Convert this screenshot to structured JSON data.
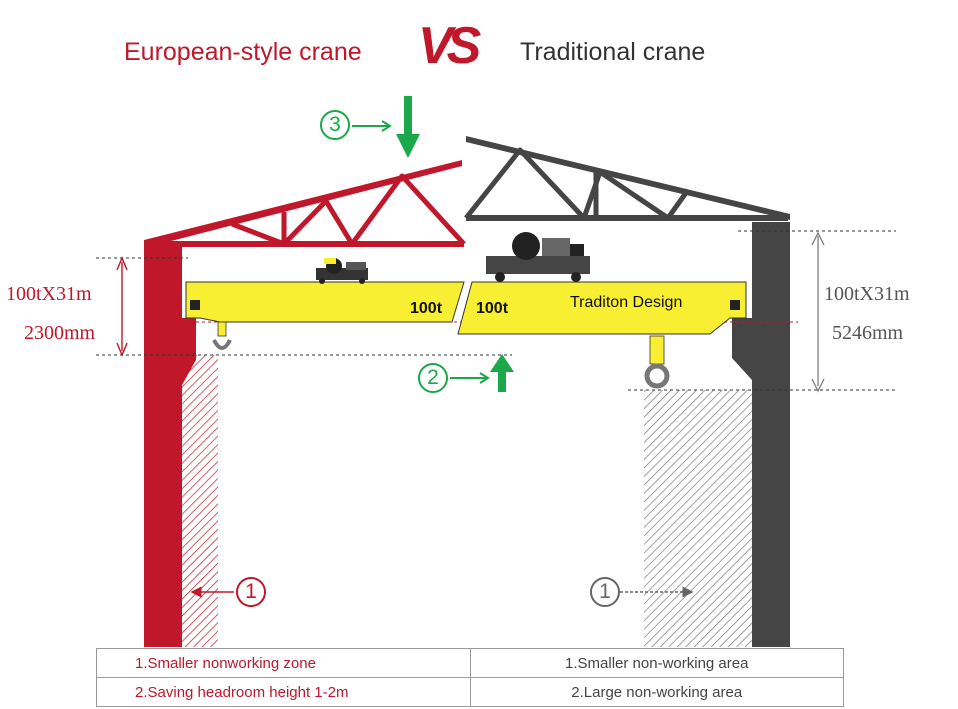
{
  "title": {
    "left": "European-style crane",
    "vs": "VS",
    "right": "Traditional crane"
  },
  "labels": {
    "left_spec": "100tX31m",
    "left_height": "2300mm",
    "right_spec": "100tX31m",
    "right_height": "5246mm",
    "left_capacity": "100t",
    "right_capacity": "100t",
    "right_design": "Traditon Design"
  },
  "markers": {
    "one": "1",
    "two": "2",
    "three": "3"
  },
  "comparison": {
    "rows": [
      {
        "left": "1.Smaller nonworking zone",
        "right": "1.Smaller non-working area"
      },
      {
        "left": "2.Saving headroom height 1-2m",
        "right": "2.Large non-working area"
      }
    ]
  },
  "colors": {
    "red": "#c0172b",
    "dark": "#454545",
    "yellow": "#f8ee32",
    "green": "#1aa84a",
    "hatch": "#888888"
  }
}
